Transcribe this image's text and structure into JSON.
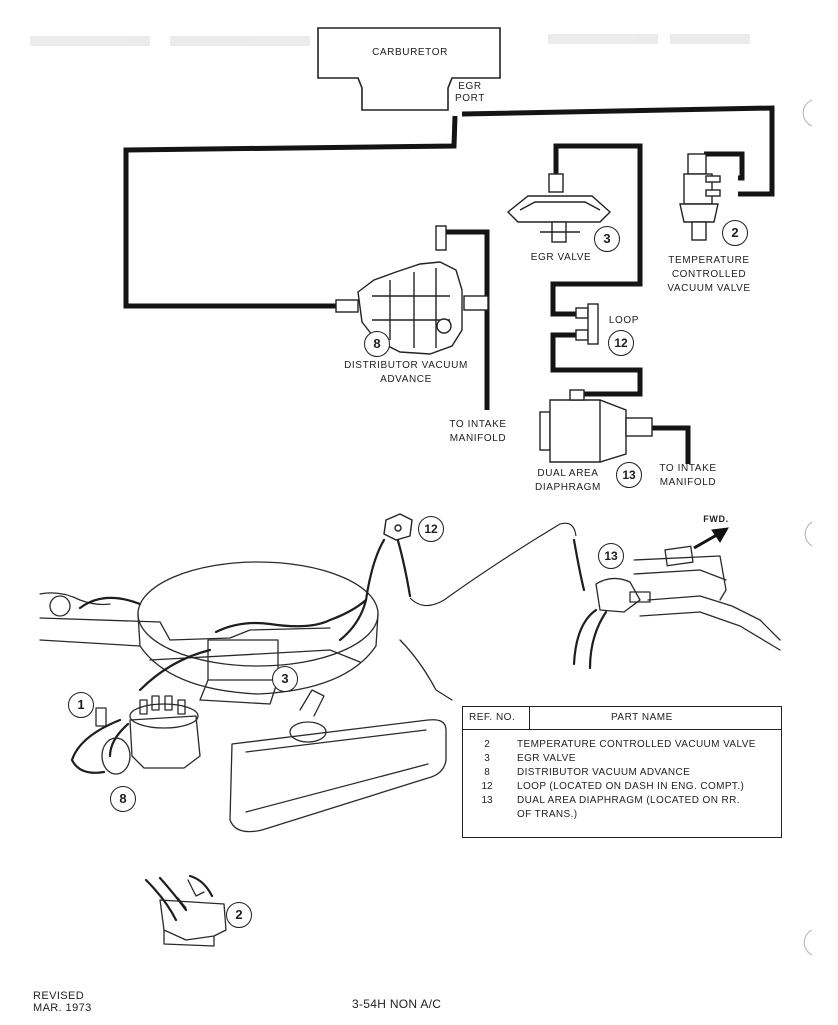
{
  "labels": {
    "carburetor": "CARBURETOR",
    "egr_port_1": "EGR",
    "egr_port_2": "PORT",
    "egr_valve": "EGR VALVE",
    "tcvv_1": "TEMPERATURE",
    "tcvv_2": "CONTROLLED",
    "tcvv_3": "VACUUM VALVE",
    "loop": "LOOP",
    "dva_1": "DISTRIBUTOR VACUUM",
    "dva_2": "ADVANCE",
    "intake_a_1": "TO INTAKE",
    "intake_a_2": "MANIFOLD",
    "dad_1": "DUAL AREA",
    "dad_2": "DIAPHRAGM",
    "intake_b_1": "TO INTAKE",
    "intake_b_2": "MANIFOLD",
    "fwd": "FWD."
  },
  "callouts": {
    "c3_top": "3",
    "c2_top": "2",
    "c12_top": "12",
    "c8_top": "8",
    "c13_top": "13",
    "c12_bot": "12",
    "c13_bot": "13",
    "c1_bot": "1",
    "c3_bot": "3",
    "c8_bot": "8",
    "c2_bot": "2"
  },
  "parts_table": {
    "header_ref": "REF. NO.",
    "header_name": "PART NAME",
    "rows": [
      {
        "ref": "2",
        "name": "TEMPERATURE CONTROLLED VACUUM VALVE"
      },
      {
        "ref": "3",
        "name": "EGR VALVE"
      },
      {
        "ref": "8",
        "name": "DISTRIBUTOR VACUUM ADVANCE"
      },
      {
        "ref": "12",
        "name": "LOOP (LOCATED ON DASH IN ENG. COMPT.)"
      },
      {
        "ref": "13",
        "name": "DUAL AREA DIAPHRAGM (LOCATED ON RR."
      },
      {
        "ref": "",
        "name": "OF TRANS.)"
      }
    ]
  },
  "footer": {
    "revised_1": "REVISED",
    "revised_2": "MAR. 1973",
    "page_id": "3-54H NON A/C"
  },
  "colors": {
    "ink": "#1e1e1e",
    "paper": "#ffffff"
  }
}
